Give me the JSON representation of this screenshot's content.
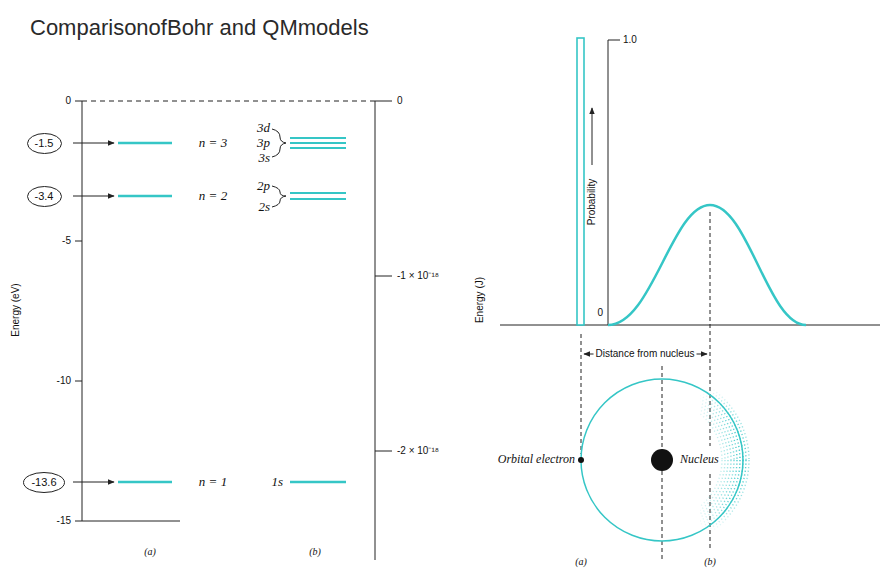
{
  "diagram": {
    "title": "ComparisonofBohr and QMmodels",
    "nodes": [
      {
        "text": [
          "-1.5"
        ]
      },
      {
        "text": [
          "-3.4"
        ]
      },
      {
        "text": [
          "-13.6"
        ]
      }
    ],
    "labels": [
      "0",
      "-5",
      "-10",
      "-15",
      "Energy (eV)",
      "n = 3",
      "n = 2",
      "n = 1",
      "3d",
      "3p",
      "3s",
      "2p",
      "2s",
      "1s",
      "0",
      "-1 × 10⁻¹⁸",
      "-2 × 10⁻¹⁸",
      "Energy (J)",
      "(a)",
      "(b)",
      "1.0",
      "Probability",
      "0",
      "Distance from nucleus",
      "Orbital electron",
      "Nucleus",
      "(a)",
      "(b)"
    ]
  }
}
